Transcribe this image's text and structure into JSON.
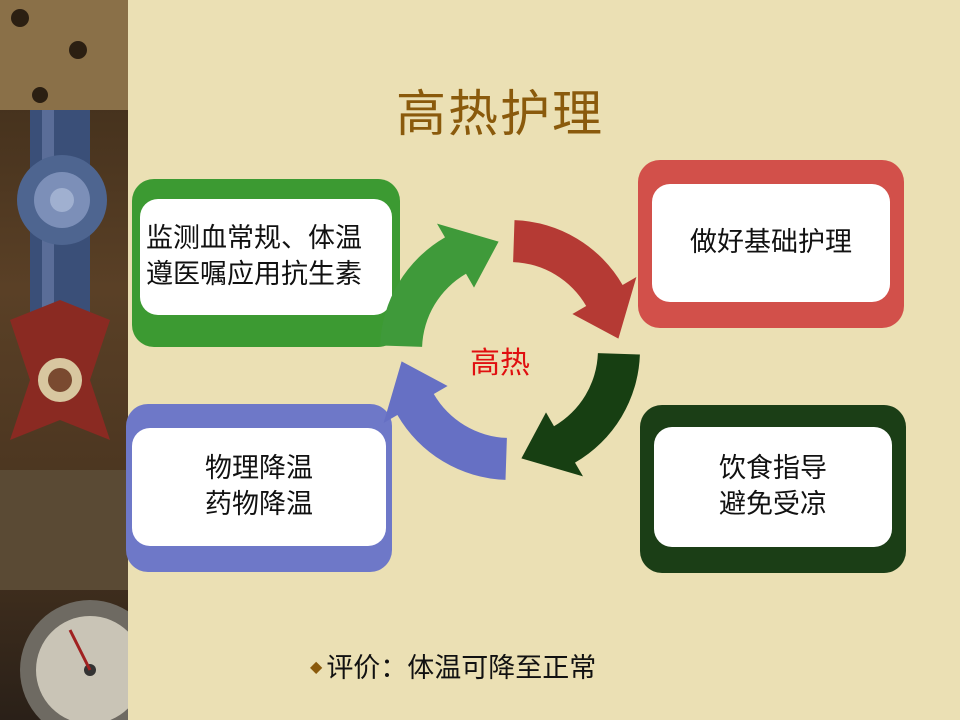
{
  "title": "高热护理",
  "center_label": "高热",
  "boxes": {
    "top_left": {
      "lines": [
        "监测血常规、体温",
        "遵医嘱应用抗生素"
      ],
      "color": "#3c9a32"
    },
    "top_right": {
      "lines": [
        "做好基础护理"
      ],
      "color": "#d2504a"
    },
    "bottom_left": {
      "lines": [
        "物理降温",
        "药物降温"
      ],
      "color": "#6e78c8"
    },
    "bottom_right": {
      "lines": [
        "饮食指导",
        "避免受凉"
      ],
      "color": "#1b3e16"
    }
  },
  "cycle_arrows": {
    "colors": [
      "#3f9a3a",
      "#b53a34",
      "#173f12",
      "#6670c4"
    ]
  },
  "evaluation": "评价：体温可降至正常",
  "bullet_icon": "diamond-bullet-icon",
  "decorative_photo": "medal-and-compass-photo"
}
